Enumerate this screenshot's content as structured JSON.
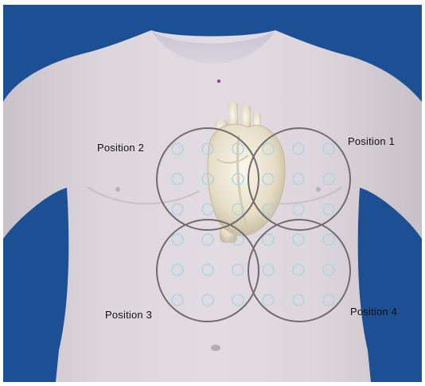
{
  "labels": {
    "position_1": "Position 1",
    "position_2": "Position 2",
    "position_3": "Position 3",
    "position_4": "Position 4"
  },
  "colors": {
    "background": "#1c4f93",
    "skin": "#d9d3d9",
    "heart": "#ede6d4",
    "ring": "#6f6b70",
    "electrode": "#9fd6e6",
    "marker": "#9b3fa6"
  },
  "scene": {
    "subject": "torso-with-heart",
    "positions_count": 4,
    "electrodes_per_row": 6,
    "electrode_rows": 6
  }
}
